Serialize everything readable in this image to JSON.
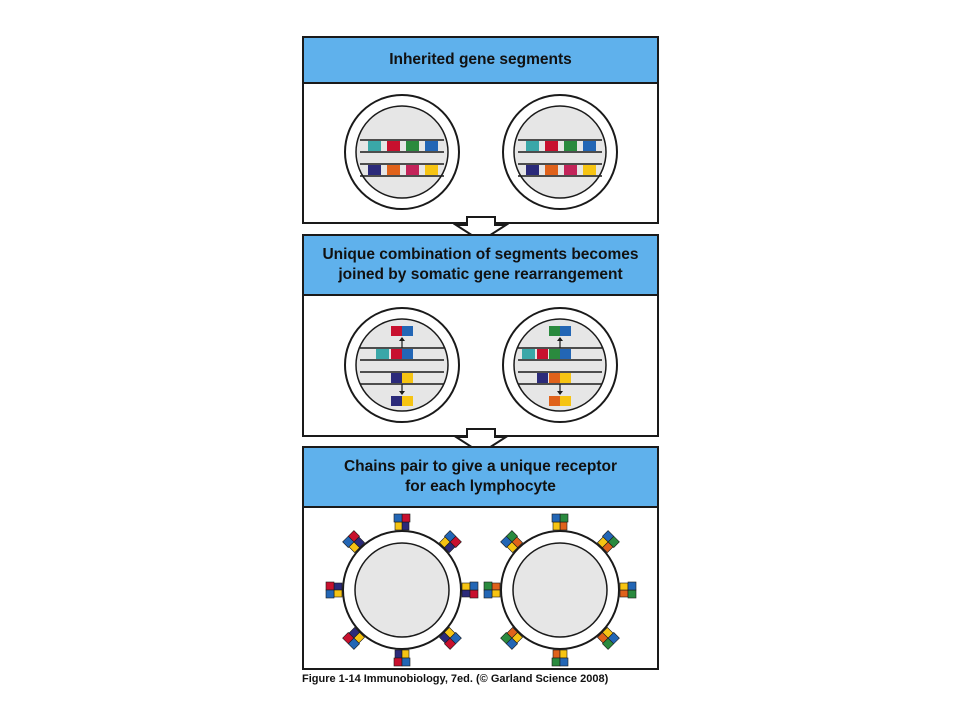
{
  "panels": [
    {
      "title_lines": [
        "Inherited gene segments"
      ]
    },
    {
      "title_lines": [
        "Unique combination of segments becomes",
        "joined by somatic gene rearrangement"
      ]
    },
    {
      "title_lines": [
        "Chains pair to give a unique receptor",
        "for each lymphocyte"
      ]
    }
  ],
  "caption": {
    "figure": "Figure 1-14",
    "book": "Immunobiology, 7ed.",
    "credit": "(© Garland Science 2008)"
  },
  "colors": {
    "header": "#5fb1ec",
    "outline": "#1a1a1a",
    "cell_fill": "#e6e6e6",
    "teal": "#3aa7a8",
    "red": "#c8102e",
    "green": "#2a8a3e",
    "blue": "#2366b5",
    "navy": "#2b2a7a",
    "orange": "#e0621b",
    "magenta": "#c3245a",
    "yellow": "#f6c413"
  }
}
